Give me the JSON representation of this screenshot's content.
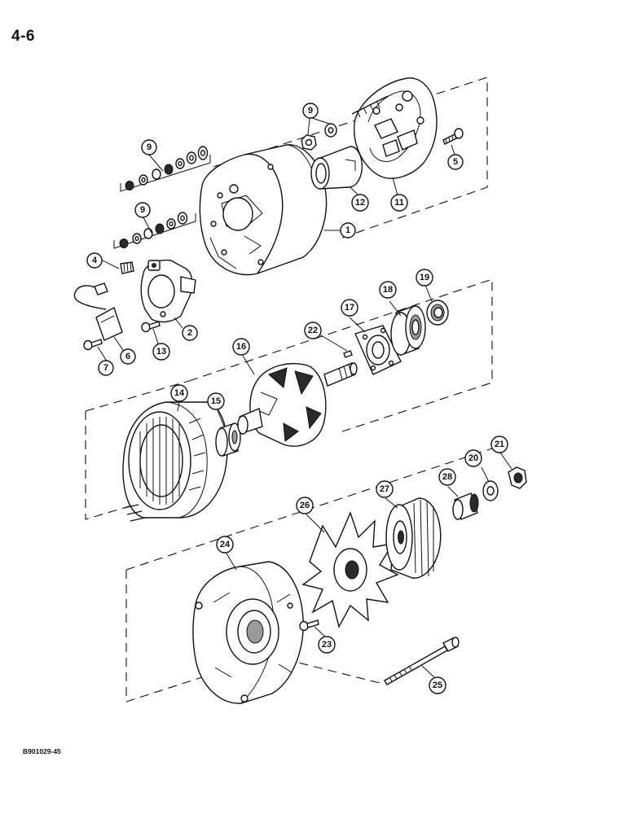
{
  "page_number": "4-6",
  "figure_code": "B901029-45",
  "callouts": {
    "c1": "1",
    "c2": "2",
    "c4": "4",
    "c5": "5",
    "c6": "6",
    "c7": "7",
    "c9a": "9",
    "c9b": "9",
    "c9c": "9",
    "c11": "11",
    "c12": "12",
    "c13": "13",
    "c14": "14",
    "c15": "15",
    "c16": "16",
    "c17": "17",
    "c18": "18",
    "c19": "19",
    "c20": "20",
    "c21": "21",
    "c22": "22",
    "c23": "23",
    "c24": "24",
    "c25": "25",
    "c26": "26",
    "c27": "27",
    "c28": "28"
  }
}
